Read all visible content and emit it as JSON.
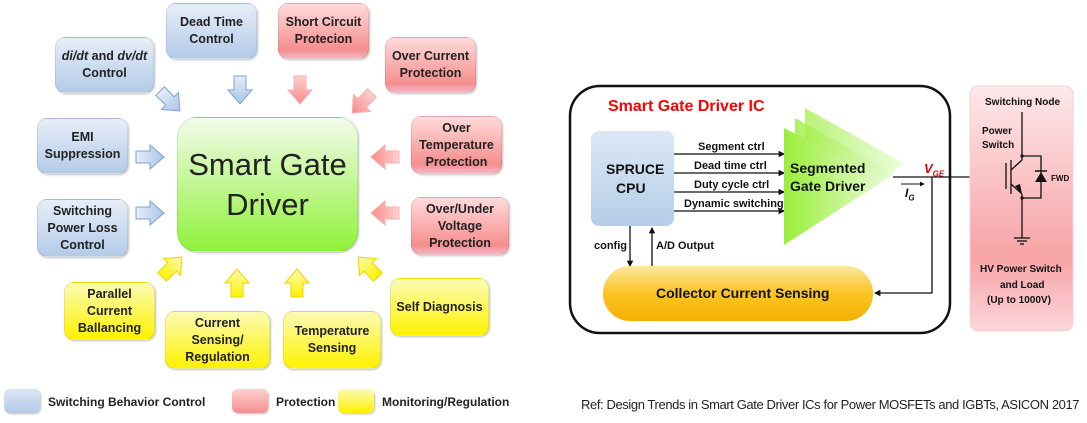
{
  "left_diagram": {
    "center_label_line1": "Smart Gate",
    "center_label_line2": "Driver",
    "switching_behavior_control": [
      {
        "lines": [
          "di/dt and dv/dt",
          "Control"
        ]
      },
      {
        "lines": [
          "Dead Time",
          "Control"
        ]
      },
      {
        "lines": [
          "EMI",
          "Suppression"
        ]
      },
      {
        "lines": [
          "Switching",
          "Power Loss",
          "Control"
        ]
      }
    ],
    "protection": [
      {
        "lines": [
          "Short Circuit",
          "Protecion"
        ]
      },
      {
        "lines": [
          "Over Current",
          "Protection"
        ]
      },
      {
        "lines": [
          "Over",
          "Temperature",
          "Protection"
        ]
      },
      {
        "lines": [
          "Over/Under",
          "Voltage",
          "Protection"
        ]
      }
    ],
    "monitoring_regulation": [
      {
        "lines": [
          "Parallel",
          "Current",
          "Ballancing"
        ]
      },
      {
        "lines": [
          "Current Sensing/",
          "Regulation"
        ]
      },
      {
        "lines": [
          "Temperature",
          "Sensing"
        ]
      },
      {
        "lines": [
          "Self Diagnosis"
        ]
      }
    ],
    "legend": [
      {
        "label": "Switching Behavior Control",
        "color": "#c4d7ee"
      },
      {
        "label": "Protection",
        "color": "#f7a3a3"
      },
      {
        "label": "Monitoring/Regulation",
        "color": "#ffff40"
      }
    ],
    "colors": {
      "blue": "#b3cbe8",
      "red": "#f58e8e",
      "yellow": "#fff200",
      "green": "#8ff23a"
    }
  },
  "right_diagram": {
    "ic_title": "Smart Gate Driver IC",
    "cpu_line1": "SPRUCE",
    "cpu_line2": "CPU",
    "signals": [
      "Segment ctrl",
      "Dead time ctrl",
      "Duty cycle ctrl",
      "Dynamic switching"
    ],
    "driver_line1": "Segmented",
    "driver_line2": "Gate Driver",
    "vge_label": "V",
    "vge_sub": "GE",
    "ig_label": "I",
    "ig_sub": "G",
    "config_label": "config",
    "ad_label": "A/D Output",
    "sensing_label": "Collector Current Sensing",
    "switching_node": "Switching Node",
    "power_switch_line1": "Power",
    "power_switch_line2": "Switch",
    "fwd_label": "FWD",
    "hv_line1": "HV Power Switch",
    "hv_line2": "and Load",
    "hv_line3": "(Up to 1000V)",
    "title_color": "#ff0000"
  },
  "reference": "Ref: Design Trends in Smart Gate Driver ICs for Power MOSFETs and IGBTs, ASICON 2017"
}
